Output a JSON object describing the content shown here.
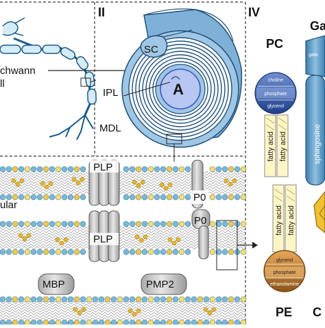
{
  "panels": {
    "panel_ii": {
      "numeral": "II"
    },
    "panel_iv": {
      "numeral": "IV"
    }
  },
  "cell": {
    "label_line1": "chwann",
    "label_line2": "ll"
  },
  "myelin": {
    "sc": "SC",
    "ipl": "IPL",
    "axon": "A",
    "mdl": "MDL"
  },
  "membrane": {
    "side_label": "ular"
  },
  "proteins": {
    "plp_top": "PLP",
    "plp_bottom": "PLP",
    "p0_top": "P0",
    "p0_bottom": "P0",
    "mbp": "MBP",
    "pmp2": "PMP2"
  },
  "lipids": {
    "pc": {
      "name": "PC",
      "head": [
        "choline",
        "phosphate",
        "glycerol"
      ],
      "tails": [
        "fatty acid",
        "fatty acid"
      ]
    },
    "gal": {
      "name": "Ga",
      "head": "gala",
      "backbone": "sphingosine"
    },
    "pe": {
      "name": "PE",
      "head": [
        "glycerol",
        "phosphate",
        "ethanolamine"
      ],
      "tails": [
        "fatty acid",
        "fatty acid"
      ]
    },
    "ch": {
      "name": "C"
    }
  },
  "colors": {
    "myelin": "#9fc6e4",
    "axon": "#b7c6f2",
    "head_blue": "#7ab8d8",
    "head_yellow": "#f0c84a",
    "protein": "#c8c8c8",
    "pc_head": "#2d56a8",
    "pe_head": "#c97f2c"
  }
}
